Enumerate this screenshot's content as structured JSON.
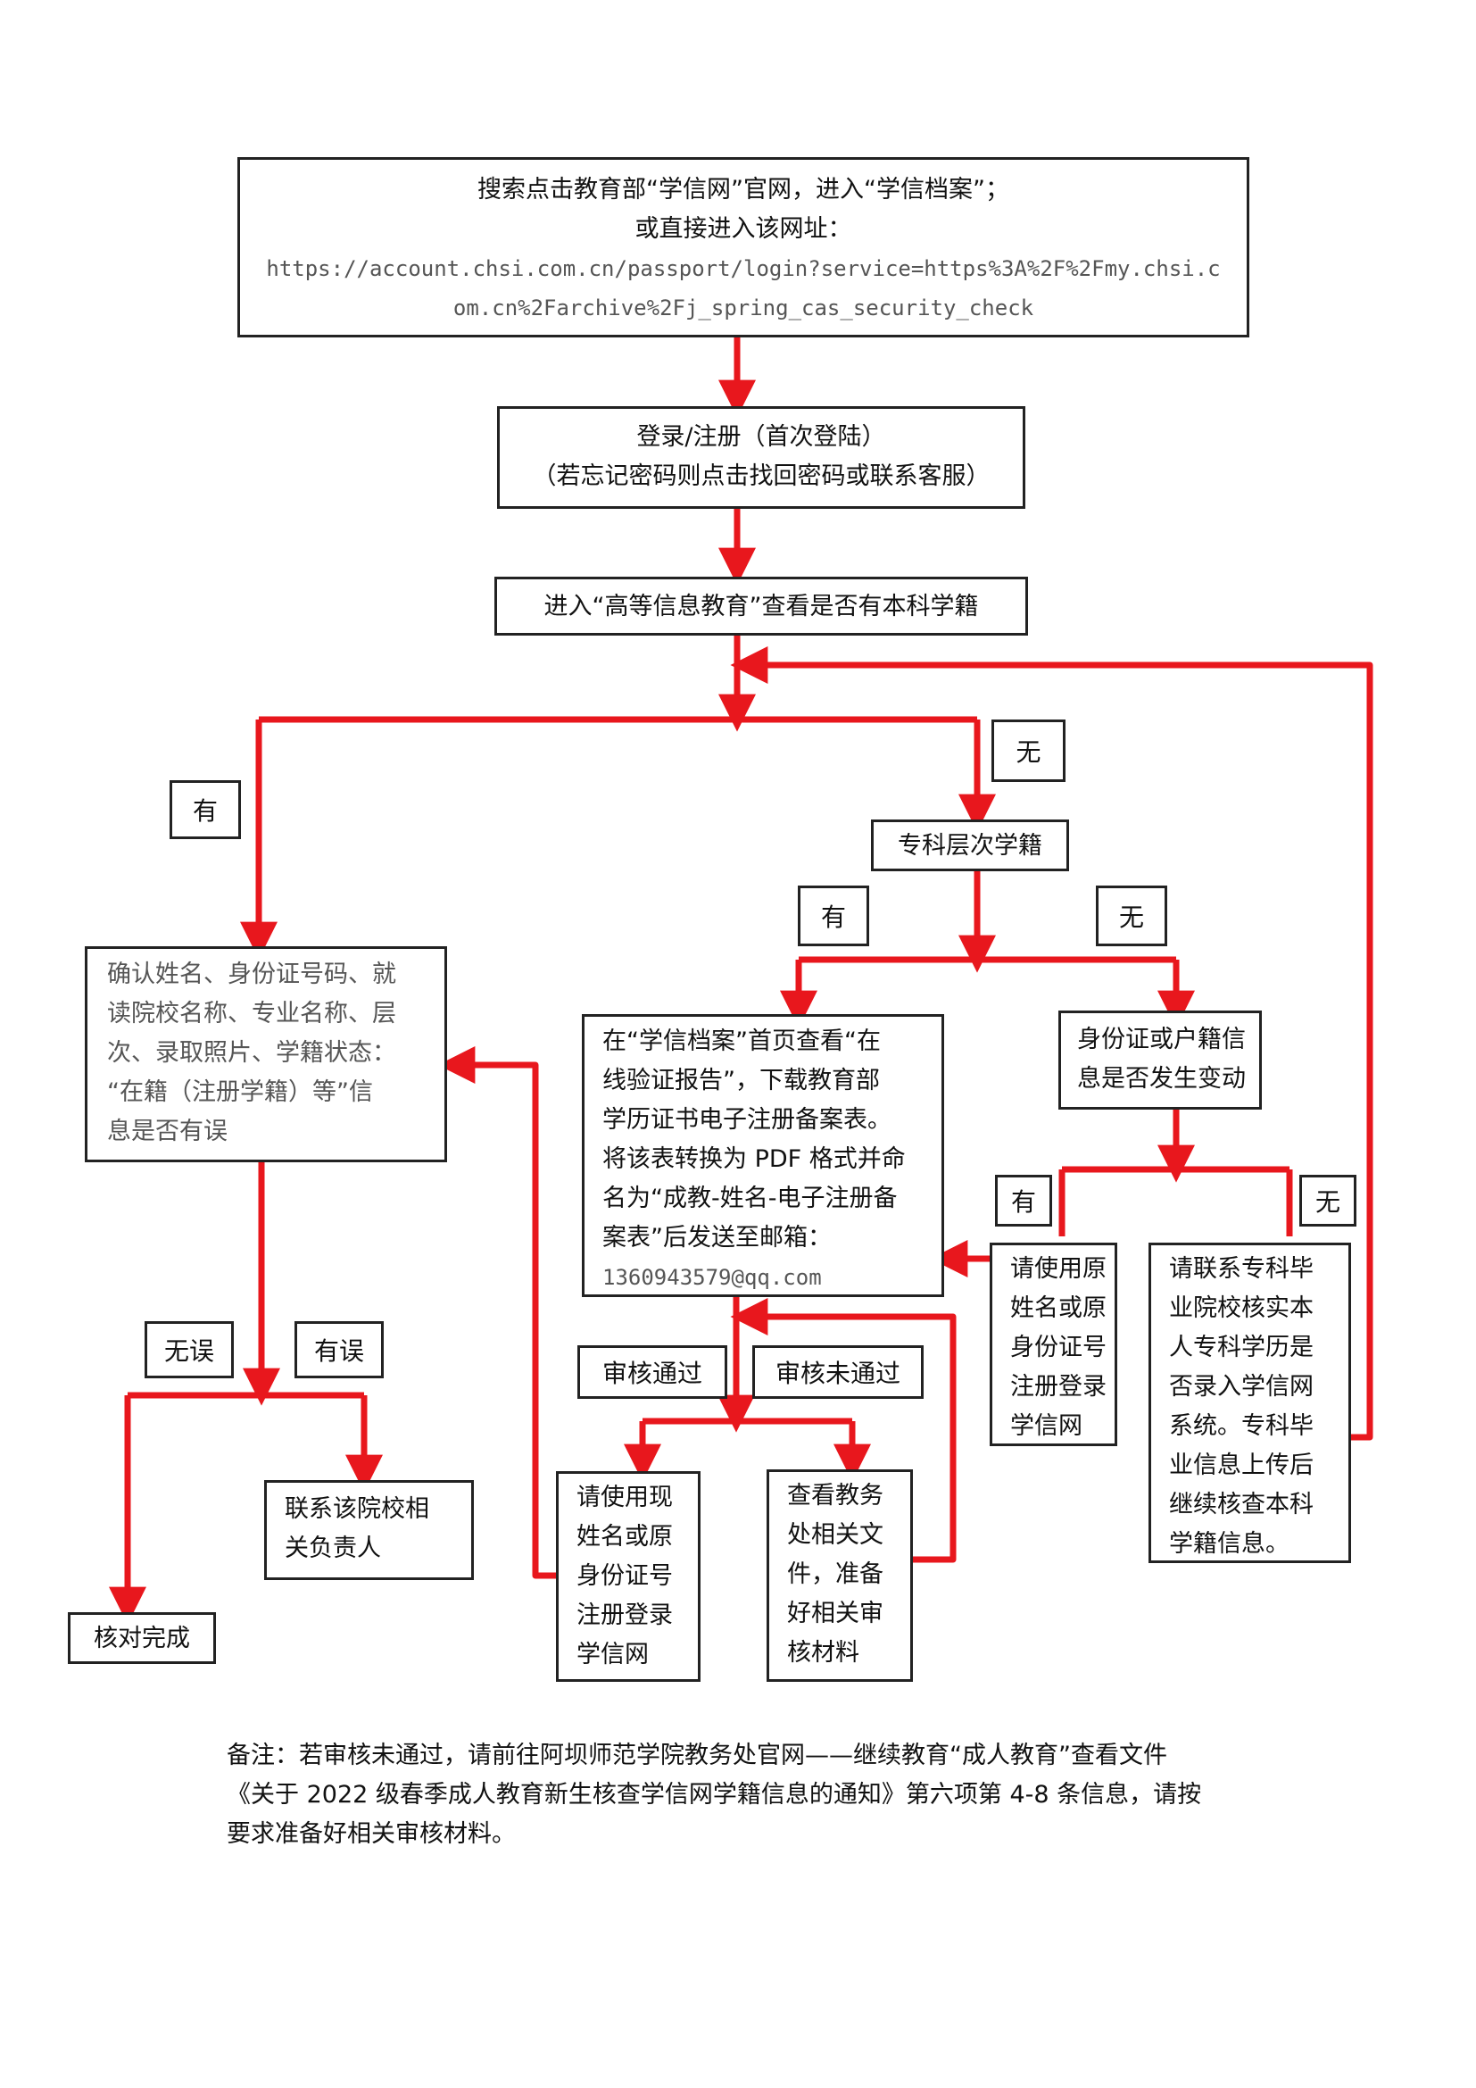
{
  "nodes": {
    "start": {
      "line1": "搜索点击教育部“学信网”官网，进入“学信档案”；",
      "line2": "或直接进入该网址：",
      "url1": "https://account.chsi.com.cn/passport/login?service=https%3A%2F%2Fmy.chsi.c",
      "url2": "om.cn%2Farchive%2Fj_spring_cas_security_check"
    },
    "login": {
      "line1": "登录/注册（首次登陆）",
      "line2": "（若忘记密码则点击找回密码或联系客服）"
    },
    "enter": "进入“高等信息教育”查看是否有本科学籍",
    "confirm": {
      "lines": [
        "确认姓名、身份证号码、就",
        "读院校名称、专业名称、层",
        "次、录取照片、学籍状态：",
        "“在籍（注册学籍）等”信",
        "息是否有误"
      ]
    },
    "zhuanke": "专科层次学籍",
    "xuexin": {
      "lines": [
        "在“学信档案”首页查看“在",
        "线验证报告”，下载教育部",
        "学历证书电子注册备案表。",
        "将该表转换为 PDF 格式并命",
        "名为“成教-姓名-电子注册备",
        "案表”后发送至邮箱：",
        "1360943579@qq.com"
      ]
    },
    "idchange": {
      "lines": [
        "身份证或户籍信",
        "息是否发生变动"
      ]
    },
    "use_old": {
      "lines": [
        "请使用原",
        "姓名或原",
        "身份证号",
        "注册登录",
        "学信网"
      ]
    },
    "contact_zk": {
      "lines": [
        "请联系专科毕",
        "业院校核实本",
        "人专科学历是",
        "否录入学信网",
        "系统。专科毕",
        "业信息上传后",
        "继续核查本科",
        "学籍信息。"
      ]
    },
    "contact_school": {
      "lines": [
        "联系该院校相",
        "关负责人"
      ]
    },
    "done": "核对完成",
    "use_now": {
      "lines": [
        "请使用现",
        "姓名或原",
        "身份证号",
        "注册登录",
        "学信网"
      ]
    },
    "check_docs": {
      "lines": [
        "查看教务",
        "处相关文",
        "件，准备",
        "好相关审",
        "核材料"
      ]
    }
  },
  "labels": {
    "you_left": "有",
    "wu_top": "无",
    "you_mid": "有",
    "wu_mid": "无",
    "you_right": "有",
    "wu_right": "无",
    "wuwu": "无误",
    "youwu": "有误",
    "pass": "审核通过",
    "fail": "审核未通过"
  },
  "note": {
    "lines": [
      "备注：若审核未通过，请前往阿坝师范学院教务处官网——继续教育“成人教育”查看文件",
      "《关于 2022 级春季成人教育新生核查学信网学籍信息的通知》第六项第 4-8 条信息，请按",
      "要求准备好相关审核材料。"
    ]
  },
  "colors": {
    "arrow": "#e8171d",
    "border": "#222222"
  }
}
